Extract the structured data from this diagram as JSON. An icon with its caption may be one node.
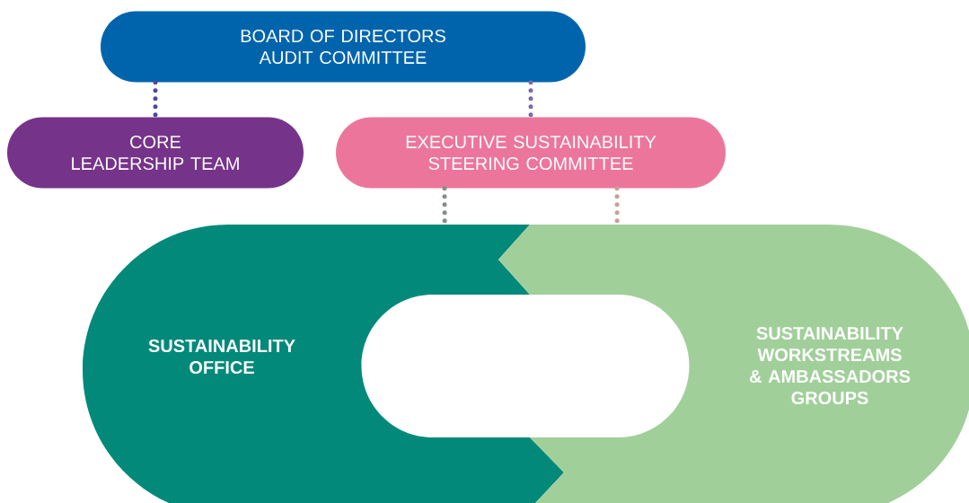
{
  "diagram": {
    "nodes": [
      {
        "text": [
          "BOARD OF DIRECTORS AUDIT COMMITTEE"
        ]
      },
      {
        "text": [
          "CORE LEADERSHIP TEAM"
        ]
      },
      {
        "text": [
          "EXECUTIVE SUSTAINABILITY STEERING COMMITTEE"
        ]
      },
      {
        "text": [
          "SUSTAINABILITY OFFICE"
        ]
      },
      {
        "text": [
          "SUSTAINABILITY WORKSTREAMS & AMBASSADORS GROUPS"
        ]
      }
    ],
    "edges": [
      {
        "from": 0,
        "to": 1,
        "arrow": "none",
        "color": "#4f4a9c"
      },
      {
        "from": 0,
        "to": 2,
        "arrow": "none",
        "color": "#7a6aae"
      },
      {
        "from": 2,
        "to": 3,
        "arrow": "none",
        "color": "#7f8f88"
      },
      {
        "from": 2,
        "to": 4,
        "arrow": "none",
        "color": "#ca9e9b"
      }
    ]
  }
}
